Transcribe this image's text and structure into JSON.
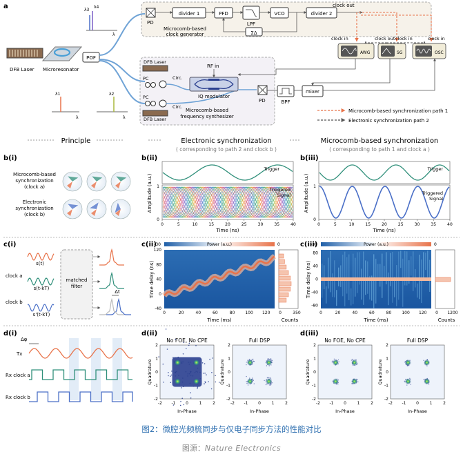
{
  "colors": {
    "orange": "#e8734a",
    "teal": "#2f8f7a",
    "blue": "#4a6fc7",
    "grey": "#555555",
    "navy": "#2a3f8f",
    "heat_bg": "#1f5fa8",
    "caption": "#2e6fb0"
  },
  "panel_a": {
    "label": "a",
    "dfb_laser": "DFB Laser",
    "microresonator": "Microresonator",
    "pof": "POF",
    "lambda_3": "λ3",
    "lambda_4": "λ4",
    "lambda_1": "λ1",
    "lambda_2": "λ2",
    "lambda_axis": "λ",
    "pd": "PD",
    "divider_1": "divider 1",
    "pfd": "PFD",
    "lpf": "LPF",
    "vco": "VCO",
    "divider_2": "divider 2",
    "sigma_delta": "ΣΔ",
    "clock_gen_1": "Microcomb-based",
    "clock_gen_2": "clock generator",
    "clock_out_1": "clock out",
    "clock_out_2": "clock out",
    "clock_in_1": "clock in",
    "clock_in_2": "clock in",
    "clock_in_3": "clock in",
    "awg": "AWG",
    "sg": "SG",
    "osc": "OSC",
    "rf_in": "RF in",
    "pc_1": "PC",
    "pc_2": "PC",
    "circ_1": "Circ.",
    "circ_2": "Circ.",
    "iq_modulator": "IQ modulator",
    "pd_2": "PD",
    "bpf": "BPF",
    "mixer": "mixer",
    "synth_1": "Microcomb-based",
    "synth_2": "frequency synthesizer",
    "legend_1": "Microcomb-based synchronization path 1",
    "legend_2": "Electronic synchronization path 2"
  },
  "headers": {
    "principle": "Principle",
    "electronic": "Electronic synchronization",
    "electronic_sub": "( corresponding to path 2 and clock b )",
    "microcomb": "Microcomb-based synchronization",
    "microcomb_sub": "( corresponding to path 1 and clock a )"
  },
  "panel_b": {
    "label_i": "b(i)",
    "label_ii": "b(ii)",
    "label_iii": "b(iii)",
    "row_a_1": "Microcomb-based",
    "row_a_2": "synchronization",
    "row_a_3": "(clock a)",
    "row_b_1": "Electronic",
    "row_b_2": "synchronization",
    "row_b_3": "(clock b)",
    "trigger": "Trigger",
    "triggered_1": "Triggered",
    "triggered_2": "Signal",
    "ylabel": "Amplitude (a.u.)",
    "xlabel": "Time (ns)",
    "x_ticks": [
      "0",
      "5",
      "10",
      "15",
      "20",
      "25",
      "30",
      "35",
      "40"
    ],
    "y_ticks": [
      "0",
      "1"
    ]
  },
  "panel_c": {
    "label_i": "c(i)",
    "label_ii": "c(ii)",
    "label_iii": "c(iii)",
    "s_t": "s(t)",
    "clock_a": "clock a",
    "clock_b": "clock b",
    "s_tkT": "s(t-kT)",
    "s_prime_tkT": "s'(t-kT)",
    "matched": "matched",
    "filter": "filter",
    "delta_t": "Δt",
    "power_label": "Power (a.u.)",
    "power_min": "-30",
    "power_max": "0",
    "ylabel": "Time delay (ns)",
    "xlabel": "Time (ms)",
    "counts": "Counts",
    "ii_y_ticks": [
      "120",
      "80",
      "40",
      "0",
      "-40"
    ],
    "ii_x_ticks": [
      "0",
      "20",
      "40",
      "60",
      "80",
      "100",
      "120"
    ],
    "ii_count_ticks": [
      "0",
      "350"
    ],
    "iii_y_ticks": [
      "80",
      "40",
      "0",
      "-40",
      "-80"
    ],
    "iii_x_ticks": [
      "0",
      "20",
      "40",
      "60",
      "80",
      "100",
      "120"
    ],
    "iii_count_ticks": [
      "0",
      "1200"
    ]
  },
  "panel_d": {
    "label_i": "d(i)",
    "label_ii": "d(ii)",
    "label_iii": "d(iii)",
    "delta_phi": "Δφ",
    "tx": "Tx",
    "rx_a": "Rx clock a",
    "rx_b": "Rx clock b",
    "no_foe": "No FOE, No CPE",
    "full_dsp": "Full DSP",
    "xlabel": "In-Phase",
    "ylabel": "Quadrature",
    "ticks": [
      "-2",
      "-1",
      "0",
      "1",
      "2"
    ]
  },
  "caption": {
    "title": "图2：微腔光频梳同步与仅电子同步方法的性能对比",
    "source_prefix": "图源：",
    "source_name": "Nature Electronics"
  }
}
